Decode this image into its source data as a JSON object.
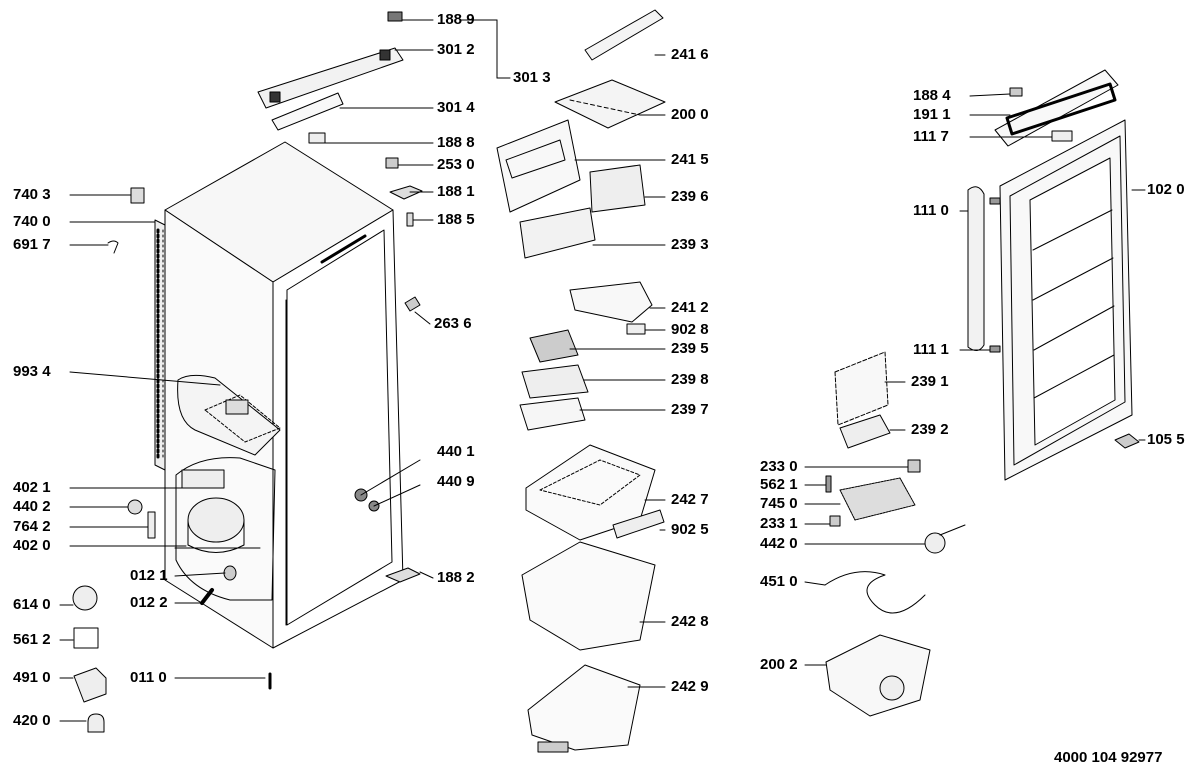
{
  "document_id": "4000 104 92977",
  "labels": {
    "p1889": "188 9",
    "p3012": "301 2",
    "p3013": "301 3",
    "p3014": "301 4",
    "p1888": "188 8",
    "p2530": "253 0",
    "p1881": "188 1",
    "p1885": "188 5",
    "p2636": "263 6",
    "p4401": "440 1",
    "p4409": "440 9",
    "p1882": "188 2",
    "p7403": "740 3",
    "p7400": "740 0",
    "p6917": "691 7",
    "p9934": "993 4",
    "p4021": "402 1",
    "p4402": "440 2",
    "p7642": "764 2",
    "p4020": "402 0",
    "p0121": "012 1",
    "p0122": "012 2",
    "p6140": "614 0",
    "p5612": "561 2",
    "p4910": "491 0",
    "p0110": "011 0",
    "p4200": "420 0",
    "p2416": "241 6",
    "p2000": "200 0",
    "p2415": "241 5",
    "p2396": "239 6",
    "p2393": "239 3",
    "p2412": "241 2",
    "p9028": "902 8",
    "p2395": "239 5",
    "p2398": "239 8",
    "p2397": "239 7",
    "p2427": "242 7",
    "p9025": "902 5",
    "p2428": "242 8",
    "p2429": "242 9",
    "p1884": "188 4",
    "p1911": "191 1",
    "p1117": "111 7",
    "p1020": "102 0",
    "p1110": "111 0",
    "p1111": "111 1",
    "p2391": "239 1",
    "p2392": "239 2",
    "p1055": "105 5",
    "p2330": "233 0",
    "p5621": "562 1",
    "p7450": "745 0",
    "p2331": "233 1",
    "p4420": "442 0",
    "p4510": "451 0",
    "p2002": "200 2"
  }
}
